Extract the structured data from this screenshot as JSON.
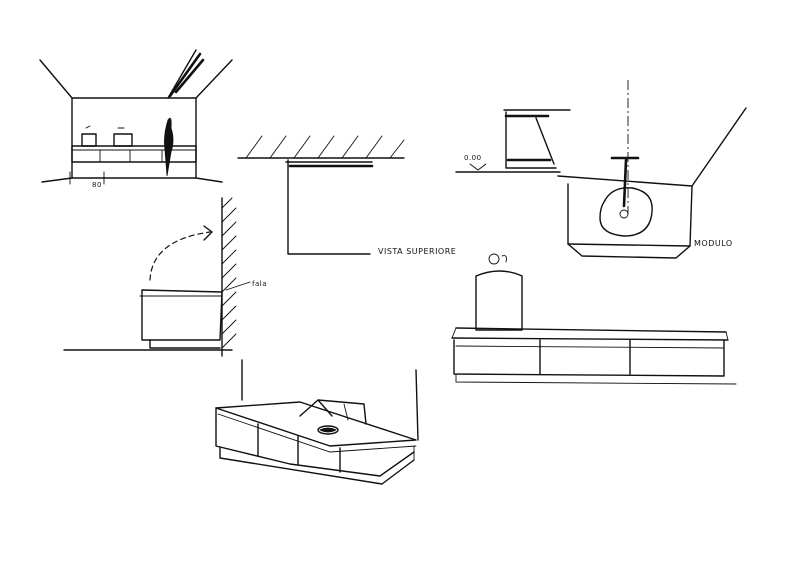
{
  "labels": {
    "vista_superiore": "VISTA SUPERIORE",
    "modulo": "MODULO",
    "level": "0.00",
    "dimension": "80",
    "wall_note": "fala"
  },
  "icons": [
    "interior-perspective-sketch",
    "top-view-sketch",
    "section-sketch",
    "bowl-module-sketch",
    "wall-opening-sketch",
    "cabinet-elevation-sketch",
    "cabinet-perspective-sketch"
  ]
}
